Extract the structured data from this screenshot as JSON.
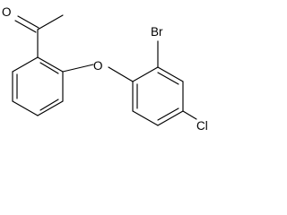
{
  "molecule": {
    "atoms": {
      "oxygen_carbonyl": "O",
      "oxygen_ether": "O",
      "bromine": "Br",
      "chlorine": "Cl"
    }
  },
  "colors": {
    "bond": "#000000",
    "background": "#ffffff"
  }
}
